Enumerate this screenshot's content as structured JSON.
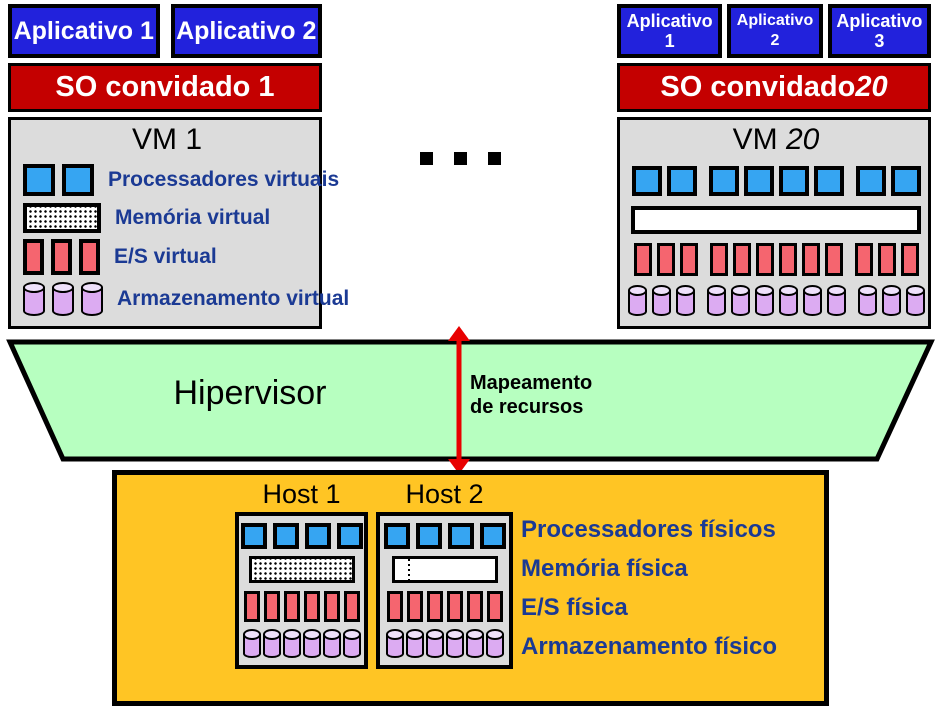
{
  "palette": {
    "app_blue": "#2222DC",
    "os_red": "#C40000",
    "vm_gray": "#DCDCDC",
    "cpu_blue": "#36A5F2",
    "io_red": "#F5656F",
    "disk_purple": "#DCABF2",
    "hypervisor_green": "#B7FFC0",
    "host_orange": "#FFC524",
    "label_blue": "#1B3A94",
    "arrow_red": "#E80000"
  },
  "left_vm": {
    "apps": [
      {
        "label": "Aplicativo 1"
      },
      {
        "label": "Aplicativo 2"
      }
    ],
    "os": "SO convidado 1",
    "title": "VM 1",
    "rows": [
      {
        "label": "Processadores virtuais"
      },
      {
        "label": "Memória virtual"
      },
      {
        "label": "E/S virtual"
      },
      {
        "label": "Armazenamento virtual"
      }
    ],
    "cpu_groups": [
      2
    ],
    "io_groups": [
      3
    ],
    "disk_groups": [
      3
    ]
  },
  "ellipsis": {
    "groups": [
      1,
      1,
      1
    ]
  },
  "right_vm": {
    "apps": [
      {
        "line1": "Aplicativo",
        "line2": "1"
      },
      {
        "line1": "Aplicativo",
        "line2": "2"
      },
      {
        "line1": "Aplicativo",
        "line2": "3"
      }
    ],
    "os_prefix": "SO convidado ",
    "os_number": "20",
    "title_prefix": "VM ",
    "title_number": "20",
    "cpu_groups": [
      2,
      4,
      2
    ],
    "io_groups": [
      3,
      6,
      3
    ],
    "disk_groups": [
      3,
      6,
      3
    ]
  },
  "hypervisor": {
    "label": "Hipervisor"
  },
  "mapping": {
    "line1": "Mapeamento",
    "line2": "de recursos"
  },
  "hosts": {
    "host1": {
      "title": "Host 1",
      "cpu_groups": [
        4
      ],
      "io_groups": [
        6
      ],
      "disk_groups": [
        6
      ],
      "memory_state": "used"
    },
    "host2": {
      "title": "Host 2",
      "cpu_groups": [
        4
      ],
      "io_groups": [
        6
      ],
      "disk_groups": [
        6
      ],
      "memory_state": "mostly-free"
    },
    "labels": [
      "Processadores físicos",
      "Memória física",
      "E/S física",
      "Armazenamento físico"
    ]
  }
}
